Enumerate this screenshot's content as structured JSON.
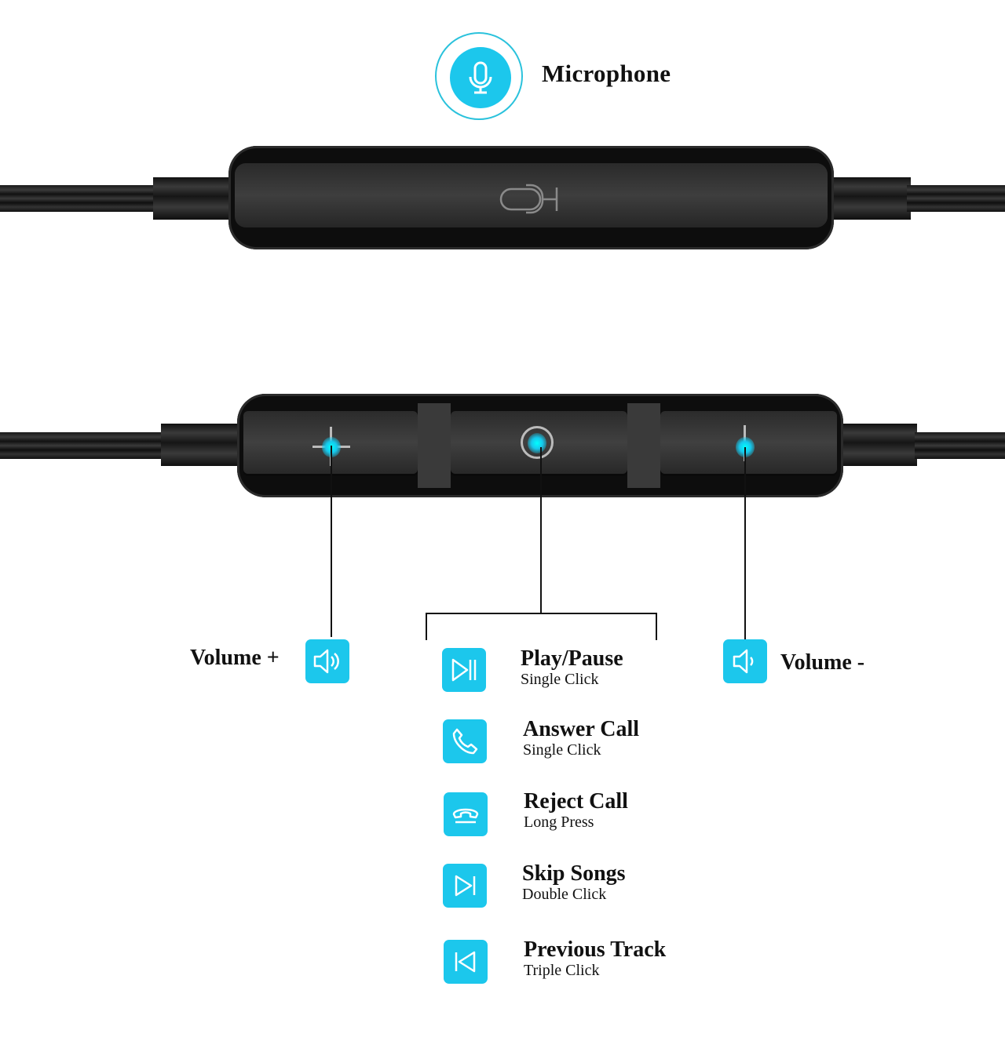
{
  "microphone": {
    "title": "Microphone",
    "icon": "microphone-icon"
  },
  "remote_top": {
    "icon": "microphone-grille-icon"
  },
  "remote_bottom": {
    "buttons": [
      {
        "name": "volume-up",
        "icon": "plus-icon"
      },
      {
        "name": "play-pause",
        "icon": "circle-icon"
      },
      {
        "name": "volume-down",
        "icon": "minus-icon"
      }
    ]
  },
  "volume_up": {
    "label": "Volume +",
    "icon": "speaker-loud-icon"
  },
  "volume_down": {
    "label": "Volume -",
    "icon": "speaker-quiet-icon"
  },
  "functions": [
    {
      "title": "Play/Pause",
      "action": "Single Click",
      "icon": "play-pause-icon"
    },
    {
      "title": "Answer Call",
      "action": "Single Click",
      "icon": "phone-icon"
    },
    {
      "title": "Reject Call",
      "action": "Long Press",
      "icon": "hang-up-icon"
    },
    {
      "title": "Skip Songs",
      "action": "Double Click",
      "icon": "skip-next-icon"
    },
    {
      "title": "Previous Track",
      "action": "Triple Click",
      "icon": "skip-previous-icon"
    }
  ],
  "colors": {
    "accent": "#1cc7ec",
    "body": "#0d0d0d",
    "text": "#111111"
  }
}
